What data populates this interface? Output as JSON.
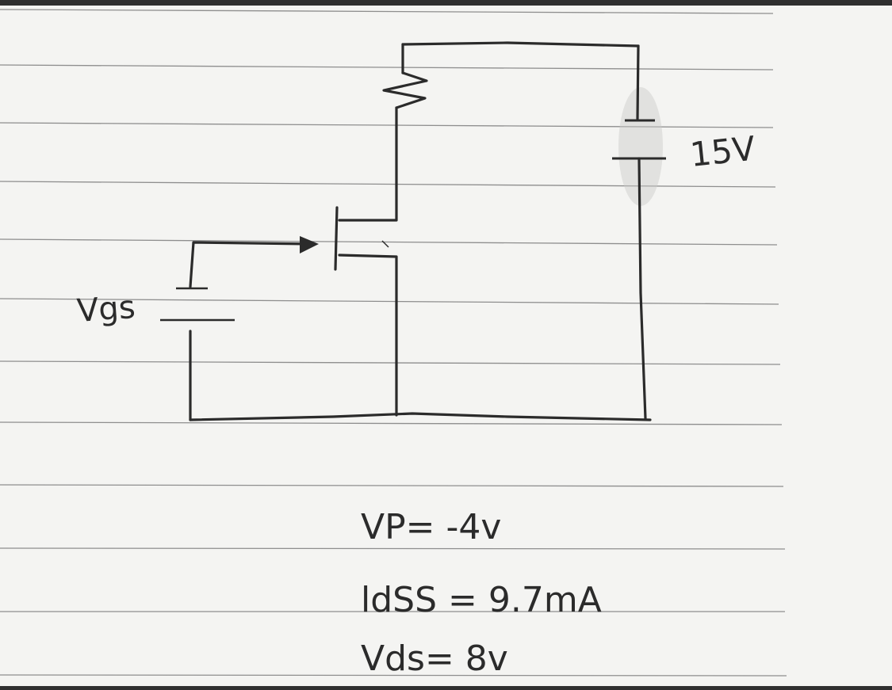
{
  "diagram": {
    "labels": {
      "vgs": "Vgs",
      "supply": "15V"
    },
    "parameters": [
      {
        "text": "VP= -4v"
      },
      {
        "text": "ldSS = 9.7mA"
      },
      {
        "text": "Vds= 8v"
      }
    ]
  }
}
